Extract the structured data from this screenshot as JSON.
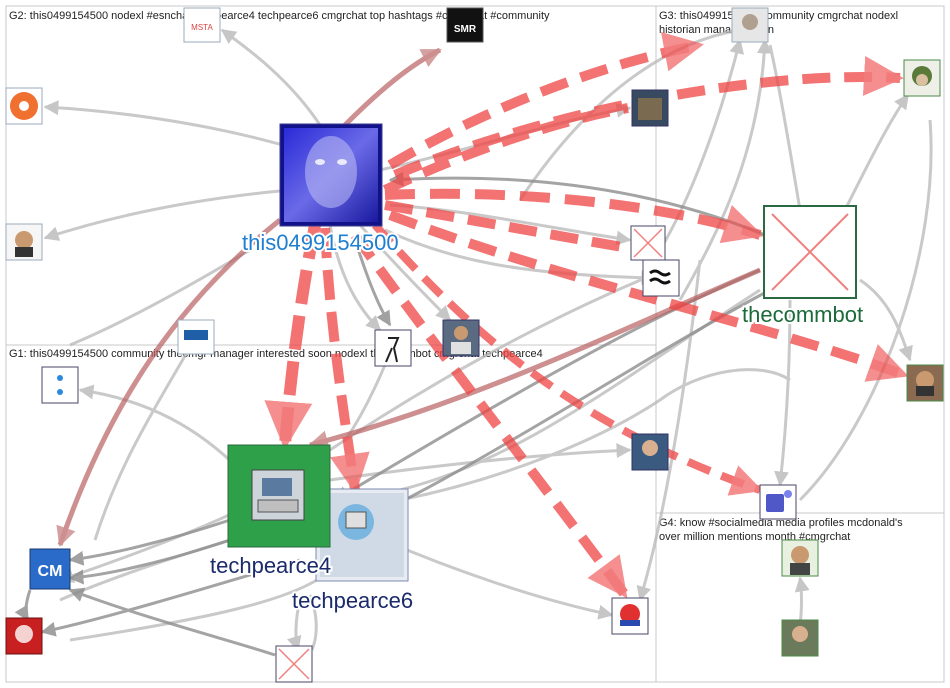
{
  "groups": [
    {
      "id": "G1",
      "label": "G1: this0499154500 community thecmgr manager interested soon nodexl thecommbot cmgrchat techpearce4"
    },
    {
      "id": "G2",
      "label": "G2: this0499154500 nodexl #esnchat techpearce4 techpearce6 cmgrchat top hashtags #cmgrchat #community"
    },
    {
      "id": "G3a",
      "label": "G3: this0499154500 community cmgrchat nodexl"
    },
    {
      "id": "G3b",
      "label": "historian manager soon"
    },
    {
      "id": "G4a",
      "label": "G4: know #socialmedia media profiles mcdonald's"
    },
    {
      "id": "G4b",
      "label": "over million mentions month #cmgrchat"
    }
  ],
  "labels": {
    "hub": "this0499154500",
    "bot": "thecommbot",
    "tp4": "techpearce4",
    "tp6": "techpearce6"
  },
  "small_text": {
    "msta": "MSTA",
    "smr": "SMR",
    "cm": "CM"
  },
  "colors": {
    "hub_label": "#1e7fd0",
    "bot_label": "#1b6b3a",
    "tp_label": "#1a2a6b",
    "red_edge": "#ee3030",
    "gray_edge": "#a8a8a8",
    "maroon_edge": "#b05050"
  }
}
